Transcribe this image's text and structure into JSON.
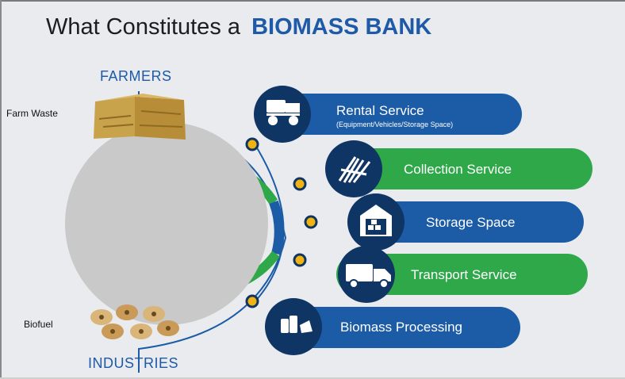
{
  "title": {
    "prefix": "What Constitutes a",
    "brand": "BIOMASS BANK"
  },
  "top_label": "FARMERS",
  "bottom_label": "INDUSTRIES",
  "farm_waste_label": "Farm Waste",
  "biofuel_label": "Biofuel",
  "services": [
    {
      "label": "Rental Service",
      "sublabel": "(Equipment/Vehicles/Storage Space)",
      "color": "#1c5ca6",
      "icon": "equipment-icon"
    },
    {
      "label": "Collection Service",
      "sublabel": "",
      "color": "#2fa84a",
      "icon": "straw-bundle-icon"
    },
    {
      "label": "Storage Space",
      "sublabel": "",
      "color": "#1c5ca6",
      "icon": "warehouse-icon"
    },
    {
      "label": "Transport Service",
      "sublabel": "",
      "color": "#2fa84a",
      "icon": "truck-icon"
    },
    {
      "label": "Biomass Processing",
      "sublabel": "",
      "color": "#1c5ca6",
      "icon": "processing-icon"
    }
  ],
  "colors": {
    "blue": "#1c5ca6",
    "green": "#2fa84a",
    "dark_blue": "#0f3565",
    "dot_yellow": "#f2b20f",
    "circle_gray": "#c9c9c9"
  }
}
